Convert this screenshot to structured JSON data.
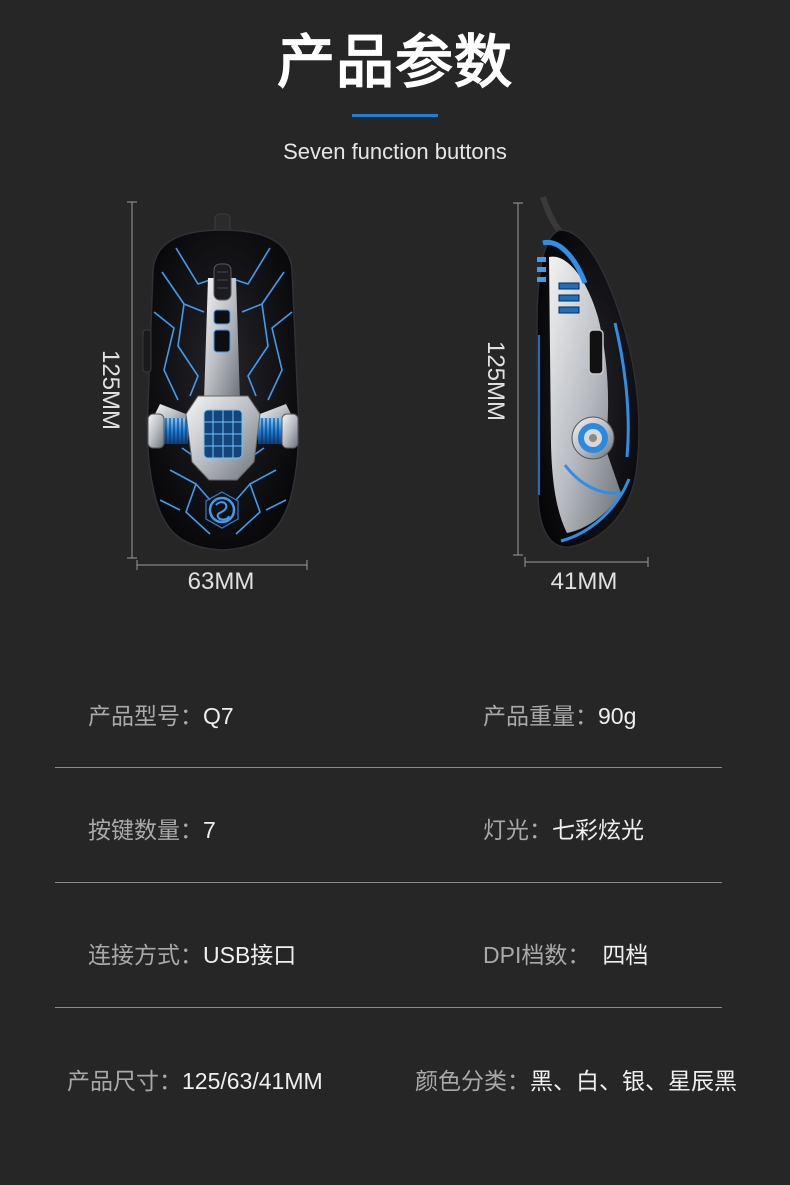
{
  "header": {
    "title": "产品参数",
    "subtitle": "Seven function buttons"
  },
  "dimensions": {
    "top_view": {
      "height_label": "125MM",
      "width_label": "63MM"
    },
    "side_view": {
      "height_label": "125MM",
      "width_label": "41MM"
    }
  },
  "specs": [
    {
      "left": {
        "label": "产品型号：",
        "value": "Q7"
      },
      "right": {
        "label": "产品重量：",
        "value": "90g"
      }
    },
    {
      "left": {
        "label": "按键数量：",
        "value": "7"
      },
      "right": {
        "label": "灯光：",
        "value": "七彩炫光"
      }
    },
    {
      "left": {
        "label": "连接方式：",
        "value": "USB接口"
      },
      "right": {
        "label": "DPI档数：",
        "value": "四档"
      }
    },
    {
      "left": {
        "label": "产品尺寸：",
        "value": "125/63/41MM"
      },
      "right": {
        "label": "颜色分类：",
        "value": "黑、白、银、星辰黑"
      }
    }
  ],
  "colors": {
    "background": "#262626",
    "title": "#ffffff",
    "subtitle": "#e6e6e6",
    "accent": "#1f80d8",
    "label": "#a9a9a9",
    "value": "#efefef",
    "divider": "#8a8a8a",
    "dimension_line": "#9a9a9a",
    "dimension_text": "#e0e0e0",
    "mouse_glow": "#3d9df0"
  }
}
